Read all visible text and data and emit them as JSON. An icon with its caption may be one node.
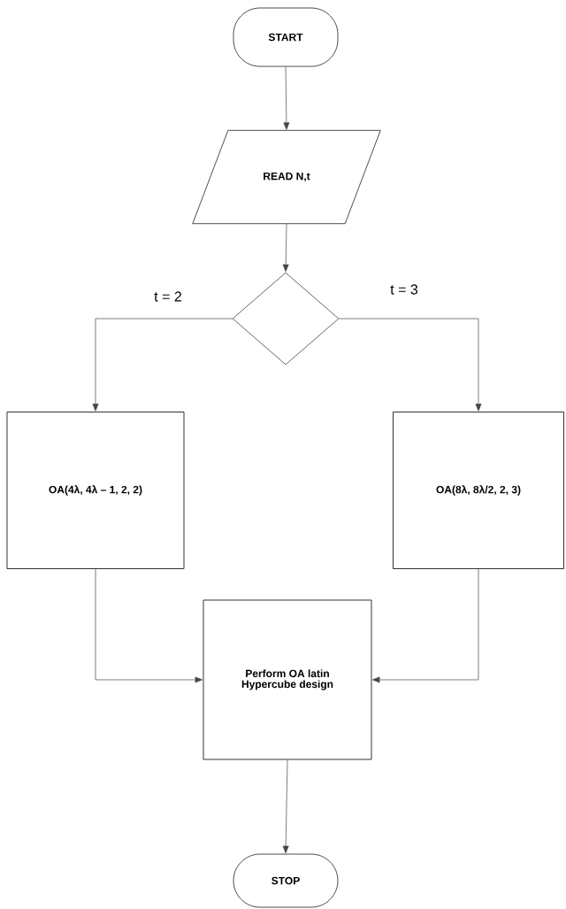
{
  "diagram": {
    "nodes": [
      {
        "text": [
          "START"
        ]
      },
      {
        "text": [
          "READ N,t"
        ]
      },
      {
        "text": [],
        "shape": "diamond"
      },
      {
        "text": [
          "OA(4λ, 4λ – 1, 2, 2)"
        ]
      },
      {
        "text": [
          "OA(8λ, 8λ/2, 2, 3)"
        ]
      },
      {
        "text": [
          "Perform OA latin Hypercube design"
        ]
      },
      {
        "text": [
          "STOP"
        ]
      }
    ],
    "edges": [
      {
        "from": 0,
        "to": 1,
        "arrow": "to"
      },
      {
        "from": 1,
        "to": 2,
        "arrow": "to"
      },
      {
        "from": 2,
        "to": 3,
        "arrow": "to",
        "label": "t = 2"
      },
      {
        "from": 2,
        "to": 4,
        "arrow": "to",
        "label": "t = 3"
      },
      {
        "from": 3,
        "to": 5,
        "arrow": "to"
      },
      {
        "from": 4,
        "to": 5,
        "arrow": "to"
      },
      {
        "from": 5,
        "to": 6,
        "arrow": "to"
      }
    ]
  }
}
